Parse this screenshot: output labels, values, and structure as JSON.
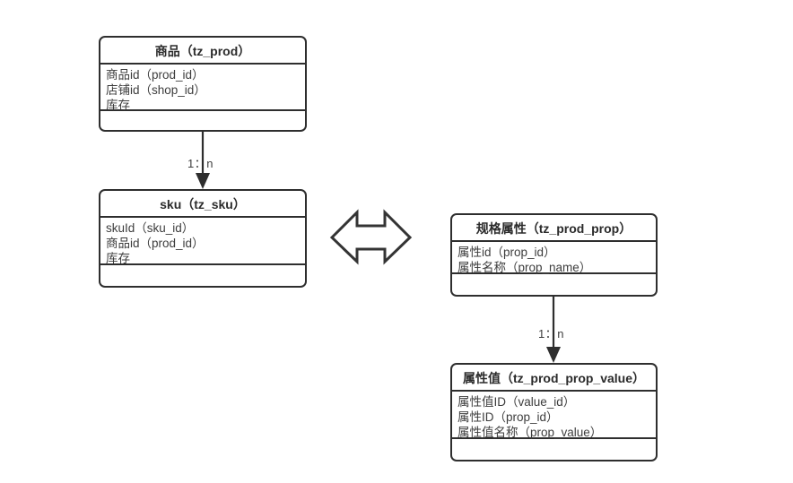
{
  "diagram": {
    "type": "er-uml-class-diagram",
    "background": "#ffffff",
    "line_color": "#2e2e2e",
    "text_color": "#3d3d3d"
  },
  "entities": {
    "prod": {
      "title_cn": "商品",
      "title_code": "tz_prod",
      "title_full": "商品（tz_prod）",
      "attributes": [
        "商品id（prod_id）",
        "店铺id（shop_id）",
        "库存"
      ],
      "methods": []
    },
    "sku": {
      "title_cn": "sku",
      "title_code": "tz_sku",
      "title_full": "sku（tz_sku）",
      "attributes": [
        "skuId（sku_id）",
        "商品id（prod_id）",
        "库存"
      ],
      "methods": []
    },
    "prop": {
      "title_cn": "规格属性",
      "title_code": "tz_prod_prop",
      "title_full": "规格属性（tz_prod_prop）",
      "attributes": [
        "属性id（prop_id）",
        "属性名称（prop_name）"
      ],
      "methods": []
    },
    "prop_value": {
      "title_cn": "属性值",
      "title_code": "tz_prod_prop_value",
      "title_full": "属性值（tz_prod_prop_value）",
      "attributes": [
        "属性值ID（value_id）",
        "属性ID（prop_id）",
        "属性值名称（prop_value）"
      ],
      "methods": []
    }
  },
  "connectors": {
    "prod_to_sku": {
      "label": "1：n",
      "from": "prod",
      "to": "sku",
      "arrow": "down-filled"
    },
    "prop_to_prop_value": {
      "label": "1：n",
      "from": "prop",
      "to": "prop_value",
      "arrow": "down-filled"
    },
    "sku_to_prop": {
      "label": "",
      "from": "sku",
      "to": "prop",
      "arrow": "double-headed-horizontal"
    }
  }
}
